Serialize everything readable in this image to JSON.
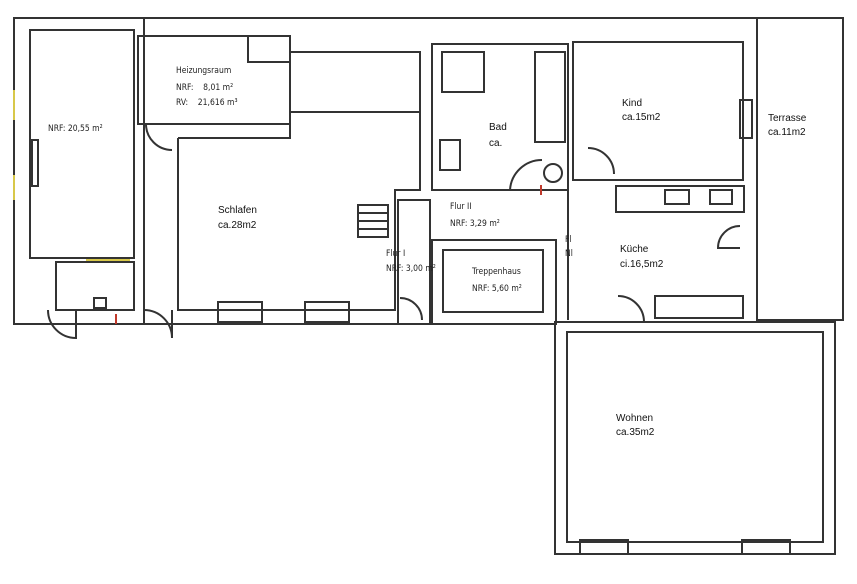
{
  "rooms": {
    "left_room": {
      "area": "NRF: 20,55 m²"
    },
    "heizungsraum": {
      "name": "Heizungsraum",
      "nrf": "NRF:    8,01 m²",
      "rv": "RV:    21,616 m³"
    },
    "schlafen": {
      "name": "Schlafen",
      "size": "ca.28m2"
    },
    "bad": {
      "name": "Bad",
      "size": "ca."
    },
    "kind": {
      "name": "Kind",
      "size": "ca.15m2"
    },
    "terrasse": {
      "name": "Terrasse",
      "size": "ca.11m2"
    },
    "flur2": {
      "name": "Flur II",
      "nrf": "NRF: 3,29 m²"
    },
    "flur1": {
      "name": "Flur I",
      "nrf": "NRF: 3,00 m²"
    },
    "treppenhaus": {
      "name": "Treppenhaus",
      "nrf": "NRF: 5,60 m²"
    },
    "kueche": {
      "name": "Küche",
      "size": "ci.16,5m2"
    },
    "wohnen": {
      "name": "Wohnen",
      "size": "ca.35m2"
    },
    "small_label": {
      "line1": "Fl",
      "line2": "Nl"
    }
  },
  "colors": {
    "wall": "#333333",
    "accent_yellow": "#d8c84a",
    "accent_red": "#c0392b"
  }
}
